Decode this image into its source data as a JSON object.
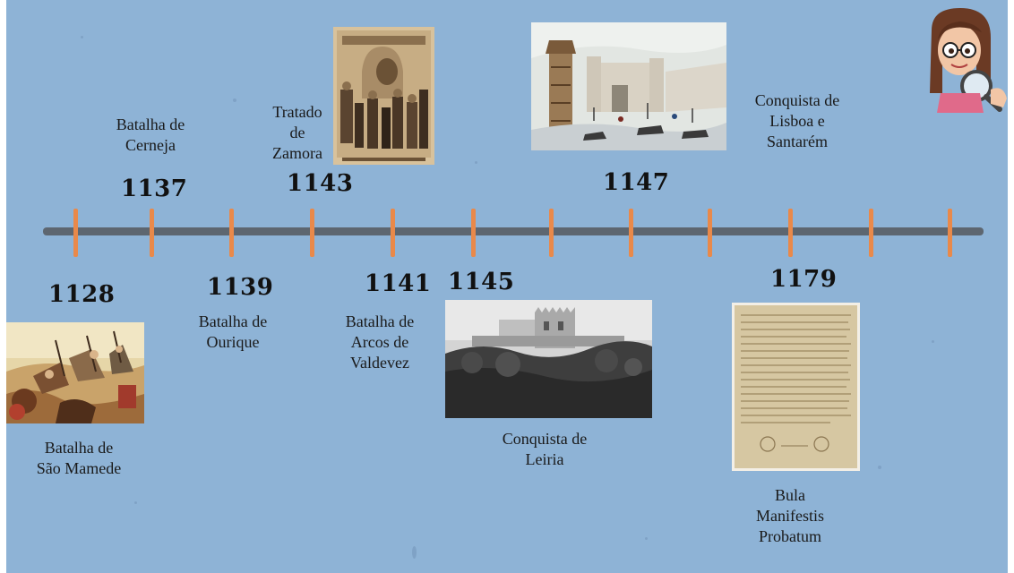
{
  "timeline": {
    "events": [
      {
        "id": "1128",
        "year": "1128",
        "label": [
          "Batalha de",
          "São Mamede"
        ]
      },
      {
        "id": "1137",
        "year": "1137",
        "label": [
          "Batalha de",
          "Cerneja"
        ]
      },
      {
        "id": "1139",
        "year": "1139",
        "label": [
          "Batalha de",
          "Ourique"
        ]
      },
      {
        "id": "1143",
        "year": "1143",
        "label": [
          "Tratado",
          "de",
          "Zamora"
        ]
      },
      {
        "id": "1141",
        "year": "1141",
        "label": [
          "Batalha de",
          "Arcos de",
          "Valdevez"
        ]
      },
      {
        "id": "1145",
        "year": "1145",
        "label": [
          "Conquista de",
          "Leiria"
        ]
      },
      {
        "id": "1147",
        "year": "1147",
        "label": [
          "Conquista de",
          "Lisboa e",
          "Santarém"
        ]
      },
      {
        "id": "1179",
        "year": "1179",
        "label": [
          "Bula",
          "Manifestis",
          "Probatum"
        ]
      }
    ]
  },
  "images": {
    "battle_sao_mamede": "battle-painting",
    "treaty_zamora": "engraving-illustration",
    "lisbon_siege": "siege-painting",
    "leiria_castle": "castle-photo",
    "papal_bull": "manuscript-document",
    "avatar": "bitmoji-avatar-with-magnifier"
  },
  "colors": {
    "background": "#8eb3d6",
    "axis": "#5d6670",
    "tick": "#e9894a"
  }
}
